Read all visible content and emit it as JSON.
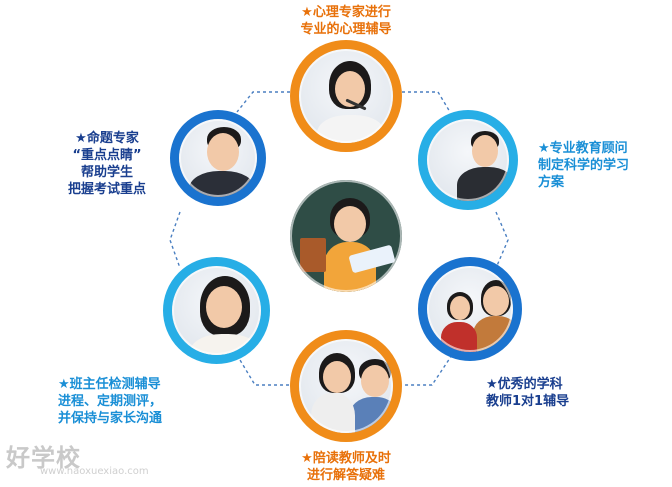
{
  "captions": {
    "top": [
      "★心理专家进行",
      "专业的心理辅导"
    ],
    "upper_left": [
      "★命题专家",
      "“重点点睛”",
      "帮助学生",
      "把握考试重点"
    ],
    "upper_right": [
      "★专业教育顾问",
      "制定科学的学习",
      "方案"
    ],
    "lower_left": [
      "★班主任检测辅导",
      "进程、定期测评，",
      "并保持与家长沟通"
    ],
    "lower_right": [
      "★优秀的学科",
      "教师1对1辅导"
    ],
    "bottom": [
      "★陪读教师及时",
      "进行解答疑难"
    ]
  },
  "watermark": {
    "text": "好学校",
    "url": "www.haoxuexiao.com"
  },
  "colors": {
    "orange": "#f08c19",
    "blue": "#1a73cf",
    "sky": "#27aee6",
    "dashed_line": "#4a7fc1"
  }
}
